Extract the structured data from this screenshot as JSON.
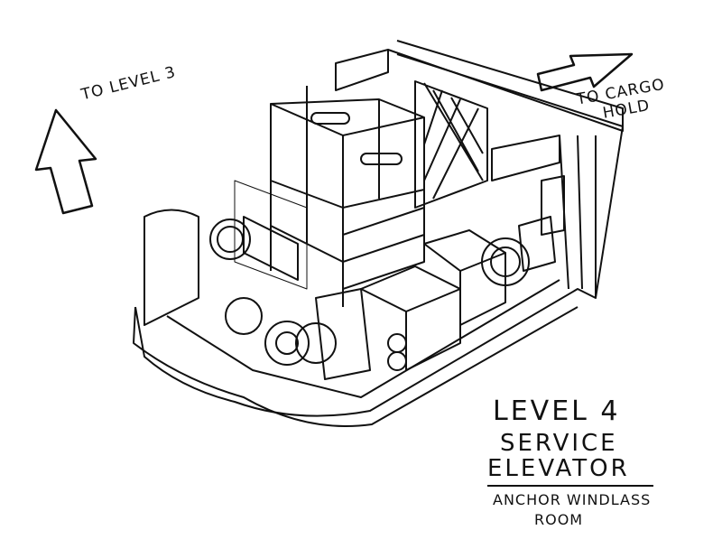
{
  "annotations": {
    "to_level_3": "TO LEVEL 3",
    "to_cargo_hold_line1": "TO CARGO",
    "to_cargo_hold_line2": "HOLD",
    "title_line1": "LEVEL 4",
    "title_line2": "SERVICE",
    "title_line3": "ELEVATOR",
    "subtitle_line1": "ANCHOR WINDLASS",
    "subtitle_line2": "ROOM"
  }
}
